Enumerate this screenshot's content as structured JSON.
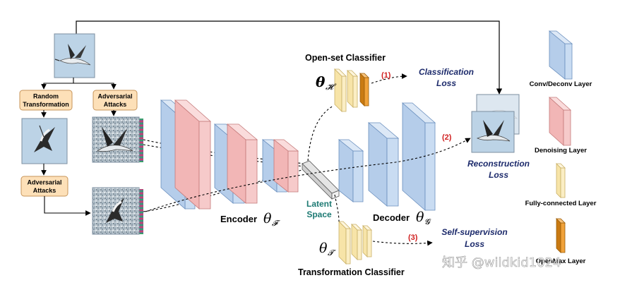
{
  "colors": {
    "conv_face": "#c9dcf2",
    "conv_side": "#8fb2da",
    "conv_edge": "#6a8fbe",
    "denoise_face": "#f6caca",
    "denoise_side": "#e29a9a",
    "denoise_edge": "#c47a7a",
    "fc_face": "#fbeec4",
    "fc_side": "#e8d291",
    "fc_edge": "#c9b066",
    "openmax_face": "#f0a23a",
    "openmax_side": "#c97a12",
    "box_fill": "#fde0b8",
    "box_edge": "#c7955a",
    "dark_blue_text": "#1c2a6b",
    "red_text": "#d02020",
    "teal_text": "#1d7a73"
  },
  "boxes": {
    "random_transformation": "Random\nTransformation",
    "adversarial_attacks_top": "Adversarial\nAttacks",
    "adversarial_attacks_bottom": "Adversarial\nAttacks"
  },
  "labels": {
    "open_set_classifier": "Open-set Classifier",
    "theta_h_base": "θ",
    "theta_h_sub": "𝓗",
    "classification_loss_1": "Classification",
    "classification_loss_2": "Loss",
    "marker_1": "(1)",
    "marker_2": "(2)",
    "marker_3": "(3)",
    "reconstruction_loss_1": "Reconstruction",
    "reconstruction_loss_2": "Loss",
    "encoder": "Encoder",
    "theta_f_base": "θ",
    "theta_f_sub": "𝓕",
    "decoder": "Decoder",
    "theta_g_base": "θ",
    "theta_g_sub": "𝓖",
    "latent_1": "Latent",
    "latent_2": "Space",
    "self_supervision_1": "Self-supervision",
    "self_supervision_2": "Loss",
    "theta_t_base": "θ",
    "theta_t_sub": "𝓣",
    "transformation_classifier": "Transformation Classifier"
  },
  "legend": {
    "conv": "Conv/Deconv Layer",
    "denoising": "Denoising Layer",
    "fc": "Fully-connected Layer",
    "openmax": "OpenMax Layer"
  },
  "watermark": "知乎 @wildkid1024"
}
